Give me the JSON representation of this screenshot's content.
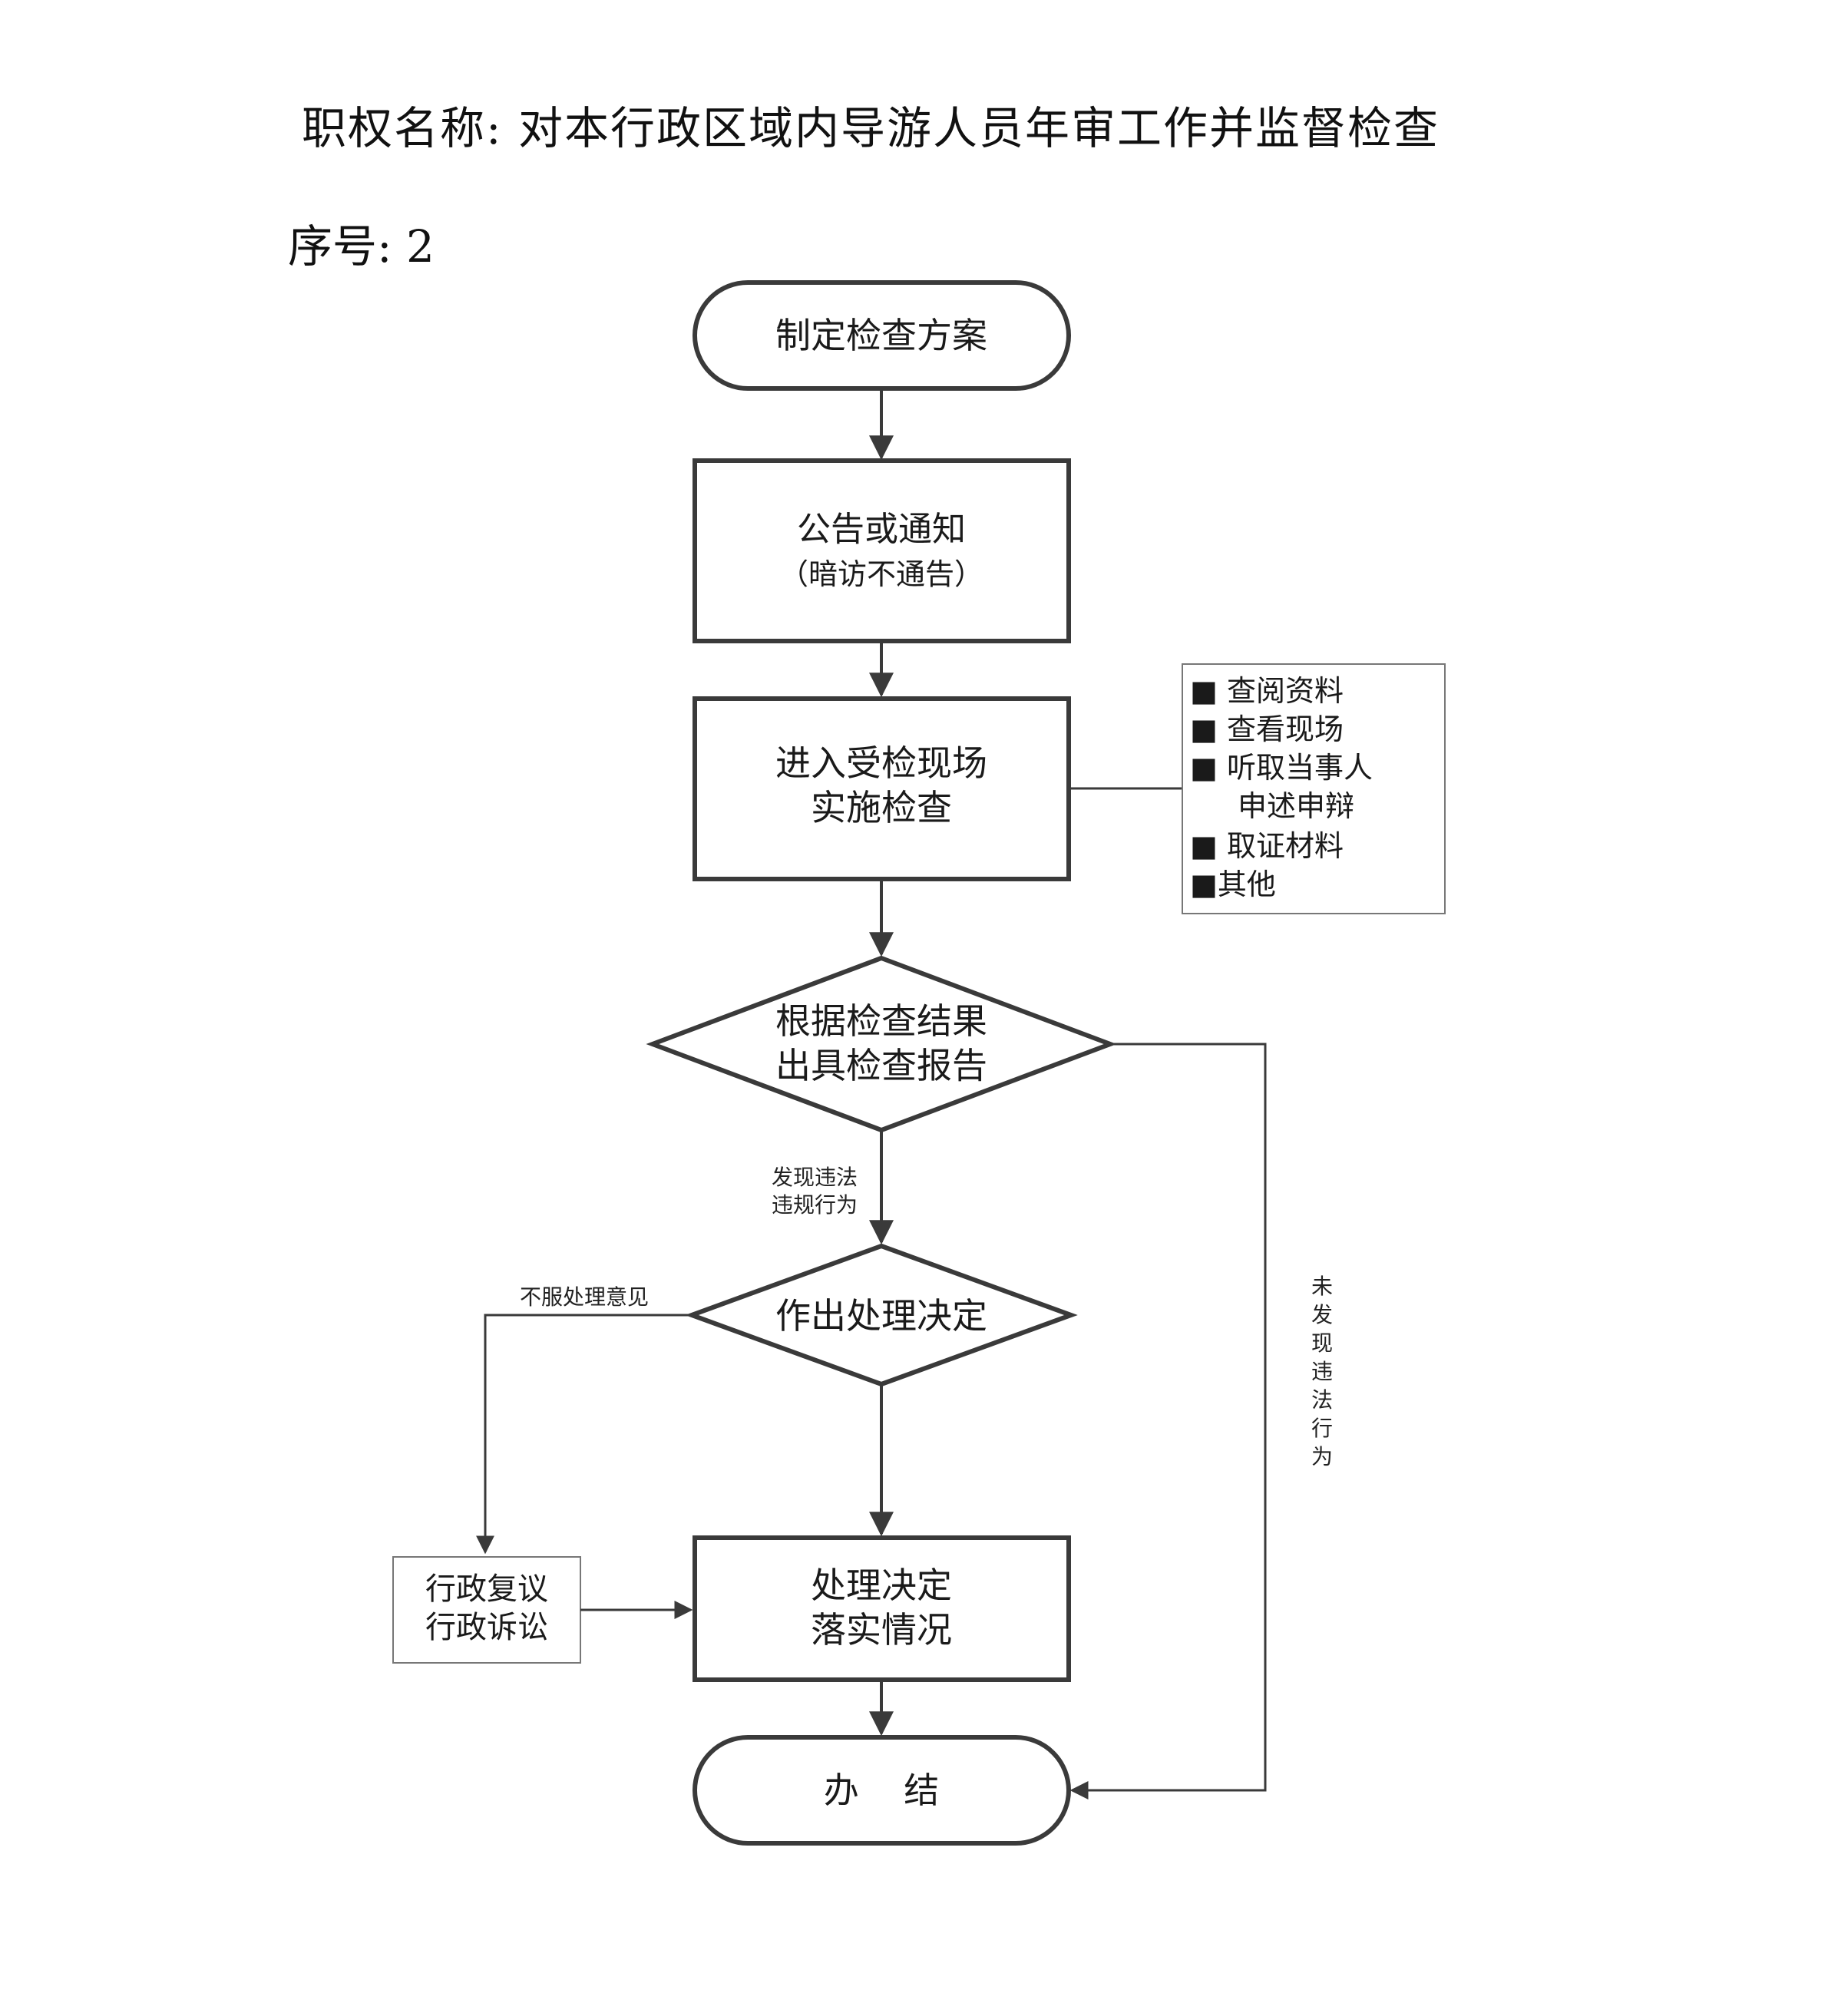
{
  "header": {
    "top_fragment": "",
    "authority_name": "职权名称: 对本行政区域内导游人员年审工作并监督检查",
    "serial_number": "序号:  2"
  },
  "flow": {
    "start": "制定检查方案",
    "notice_line1": "公告或通知",
    "notice_line2": "（暗访不通告）",
    "inspect_line1": "进入受检现场",
    "inspect_line2": "实施检查",
    "methods": [
      "■  查阅资料",
      "■  查看现场",
      "■  听取当事人",
      "申述申辩",
      "■  取证材料",
      "■其他"
    ],
    "report_line1": "根据检查结果",
    "report_line2": "出具检查报告",
    "violation_label_line1": "发现违法",
    "violation_label_line2": "违规行为",
    "decision": "作出处理决定",
    "objection_label": "不服处理意见",
    "review_line1": "行政复议",
    "review_line2": "行政诉讼",
    "implement_line1": "处理决定",
    "implement_line2": "落实情况",
    "end": "办    结",
    "no_violation_chars": [
      "未",
      "发",
      "现",
      "违",
      "法",
      "行",
      "为"
    ]
  },
  "colors": {
    "stroke": "#3a3a3a",
    "thin_stroke": "#666666",
    "background": "#ffffff"
  }
}
